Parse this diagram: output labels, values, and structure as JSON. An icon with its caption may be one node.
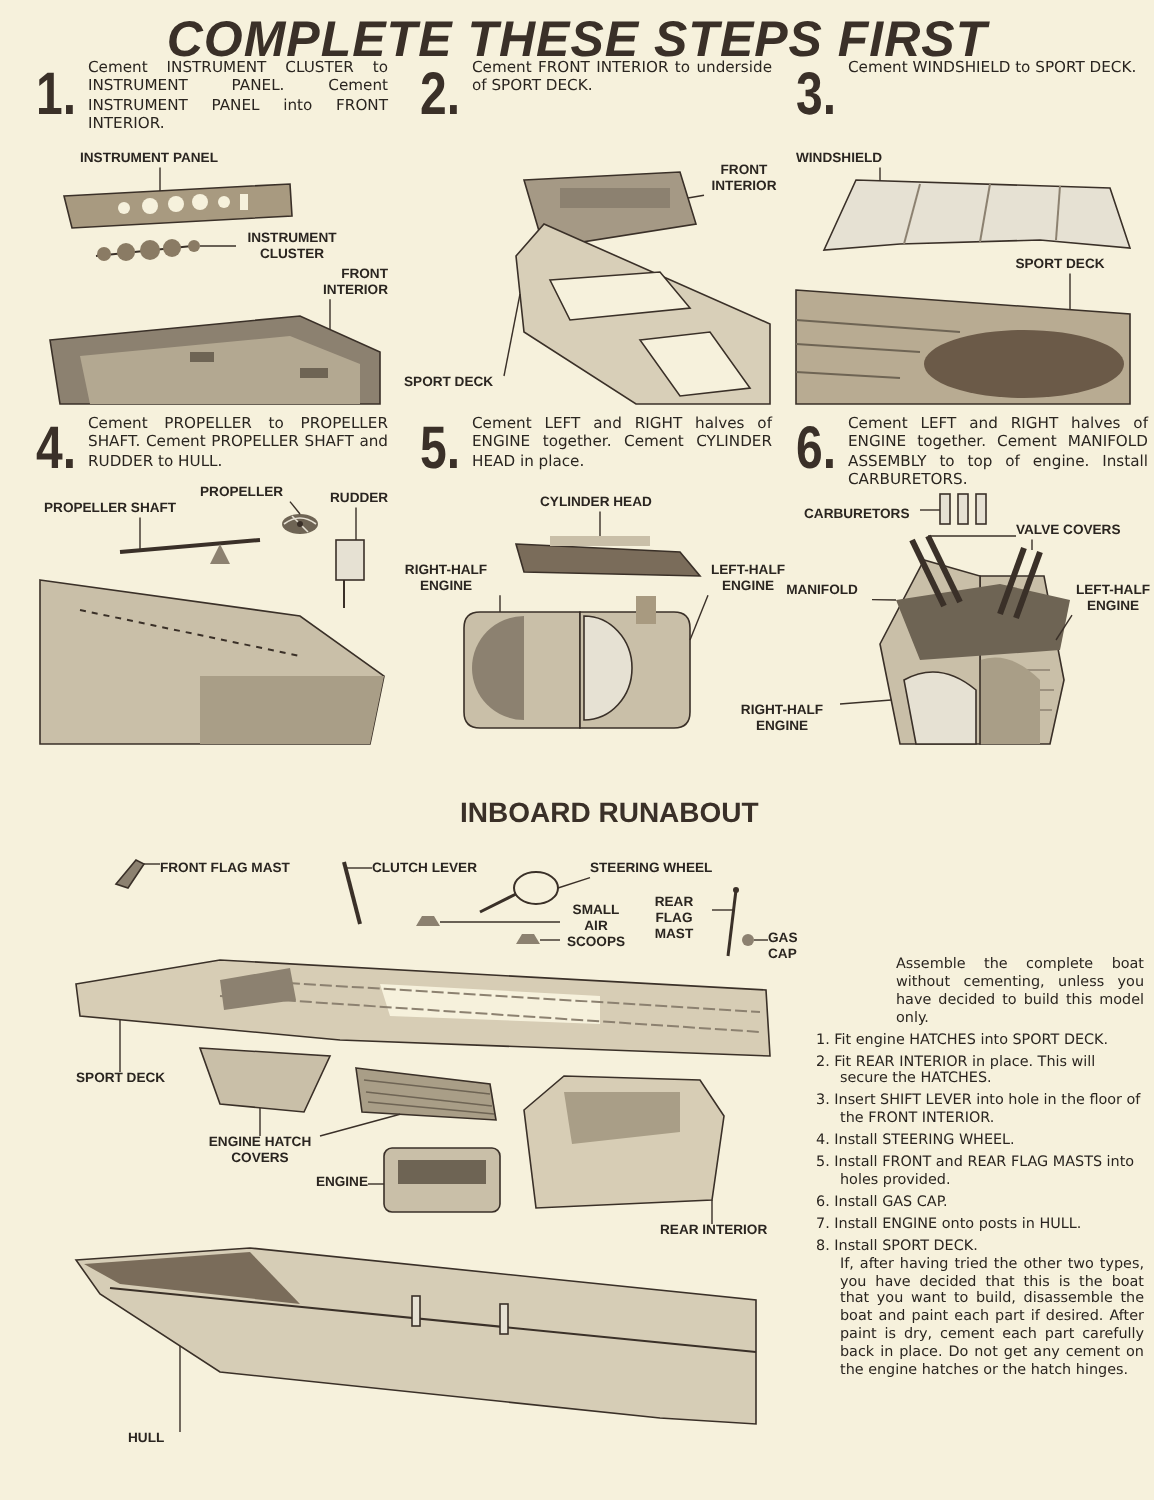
{
  "diagram": {
    "title": "COMPLETE THESE STEPS FIRST",
    "nodes": [
      {
        "text": [
          "INSTRUMENT PANEL"
        ]
      },
      {
        "text": [
          "INSTRUMENT CLUSTER"
        ]
      },
      {
        "text": [
          "FRONT INTERIOR"
        ]
      },
      {
        "text": [
          "FRONT INTERIOR"
        ]
      },
      {
        "text": [
          "SPORT DECK"
        ]
      },
      {
        "text": [
          "WINDSHIELD"
        ]
      },
      {
        "text": [
          "SPORT DECK"
        ]
      },
      {
        "text": [
          "PROPELLER SHAFT"
        ]
      },
      {
        "text": [
          "PROPELLER"
        ]
      },
      {
        "text": [
          "RUDDER"
        ]
      },
      {
        "text": [
          "CYLINDER HEAD"
        ]
      },
      {
        "text": [
          "RIGHT-HALF ENGINE"
        ]
      },
      {
        "text": [
          "LEFT-HALF ENGINE"
        ]
      },
      {
        "text": [
          "CARBURETORS"
        ]
      },
      {
        "text": [
          "VALVE COVERS"
        ]
      },
      {
        "text": [
          "MANIFOLD"
        ]
      },
      {
        "text": [
          "LEFT-HALF ENGINE"
        ]
      },
      {
        "text": [
          "RIGHT-HALF ENGINE"
        ]
      },
      {
        "text": [
          "FRONT FLAG MAST"
        ]
      },
      {
        "text": [
          "CLUTCH LEVER"
        ]
      },
      {
        "text": [
          "STEERING WHEEL"
        ]
      },
      {
        "text": [
          "SMALL AIR SCOOPS"
        ]
      },
      {
        "text": [
          "REAR FLAG MAST"
        ]
      },
      {
        "text": [
          "GAS CAP"
        ]
      },
      {
        "text": [
          "SPORT DECK"
        ]
      },
      {
        "text": [
          "ENGINE HATCH COVERS"
        ]
      },
      {
        "text": [
          "ENGINE"
        ]
      },
      {
        "text": [
          "REAR INTERIOR"
        ]
      },
      {
        "text": [
          "HULL"
        ]
      },
      {
        "text": [],
        "shape": "picture"
      },
      {
        "text": [],
        "shape": "picture"
      },
      {
        "text": [],
        "shape": "picture"
      },
      {
        "text": [],
        "shape": "picture"
      },
      {
        "text": [],
        "shape": "picture"
      },
      {
        "text": [],
        "shape": "picture"
      },
      {
        "text": [],
        "shape": "picture"
      },
      {
        "text": [],
        "shape": "picture"
      },
      {
        "text": [],
        "shape": "picture"
      },
      {
        "text": [],
        "shape": "picture"
      },
      {
        "text": [],
        "shape": "picture"
      },
      {
        "text": [],
        "shape": "picture"
      },
      {
        "text": [],
        "shape": "picture"
      },
      {
        "text": [],
        "shape": "picture"
      },
      {
        "text": [],
        "shape": "picture"
      },
      {
        "text": [],
        "shape": "picture"
      },
      {
        "text": [],
        "shape": "picture"
      },
      {
        "text": [],
        "shape": "picture"
      },
      {
        "text": [],
        "shape": "picture"
      },
      {
        "text": [],
        "shape": "picture"
      },
      {
        "text": [],
        "shape": "picture"
      },
      {
        "text": [],
        "shape": "picture"
      },
      {
        "text": [],
        "shape": "picture"
      },
      {
        "text": [],
        "shape": "picture"
      },
      {
        "text": [],
        "shape": "picture"
      },
      {
        "text": [],
        "shape": "picture"
      },
      {
        "text": [],
        "shape": "picture"
      },
      {
        "text": [],
        "shape": "picture"
      },
      {
        "text": [],
        "shape": "picture"
      },
      {
        "text": [],
        "shape": "picture"
      },
      {
        "text": [],
        "shape": "picture"
      },
      {
        "text": [],
        "shape": "picture"
      }
    ],
    "edges": [
      {
        "from": 0,
        "to": 29,
        "arrow": "none"
      },
      {
        "from": 1,
        "to": 30,
        "arrow": "none"
      },
      {
        "from": 2,
        "to": 31,
        "arrow": "none"
      },
      {
        "from": 3,
        "to": 32,
        "arrow": "none"
      },
      {
        "from": 4,
        "to": 33,
        "arrow": "none"
      },
      {
        "from": 5,
        "to": 34,
        "arrow": "none"
      },
      {
        "from": 6,
        "to": 35,
        "arrow": "none"
      },
      {
        "from": 7,
        "to": 36,
        "arrow": "none"
      },
      {
        "from": 8,
        "to": 37,
        "arrow": "none"
      },
      {
        "from": 9,
        "to": 38,
        "arrow": "none"
      },
      {
        "from": 10,
        "to": 39,
        "arrow": "none"
      },
      {
        "from": 11,
        "to": 40,
        "arrow": "none"
      },
      {
        "from": 12,
        "to": 41,
        "arrow": "none"
      },
      {
        "from": 13,
        "to": 42,
        "arrow": "none"
      },
      {
        "from": 14,
        "to": 43,
        "arrow": "none"
      },
      {
        "from": 14,
        "to": 44,
        "arrow": "none"
      },
      {
        "from": 15,
        "to": 45,
        "arrow": "none"
      },
      {
        "from": 16,
        "to": 46,
        "arrow": "none"
      },
      {
        "from": 17,
        "to": 47,
        "arrow": "none"
      },
      {
        "from": 18,
        "to": 48,
        "arrow": "none"
      },
      {
        "from": 19,
        "to": 49,
        "arrow": "none"
      },
      {
        "from": 20,
        "to": 50,
        "arrow": "none"
      },
      {
        "from": 21,
        "to": 51,
        "arrow": "none"
      },
      {
        "from": 21,
        "to": 52,
        "arrow": "none"
      },
      {
        "from": 22,
        "to": 53,
        "arrow": "none"
      },
      {
        "from": 23,
        "to": 54,
        "arrow": "none"
      },
      {
        "from": 24,
        "to": 55,
        "arrow": "none"
      },
      {
        "from": 25,
        "to": 56,
        "arrow": "none"
      },
      {
        "from": 25,
        "to": 57,
        "arrow": "none"
      },
      {
        "from": 26,
        "to": 58,
        "arrow": "none"
      },
      {
        "from": 27,
        "to": 59,
        "arrow": "none"
      },
      {
        "from": 28,
        "to": 60,
        "arrow": "none"
      }
    ],
    "labels": [
      "1.",
      "Cement INSTRUMENT CLUSTER to INSTRUMENT PANEL. Cement INSTRUMENT PANEL into FRONT INTERIOR.",
      "2.",
      "Cement FRONT INTERIOR to underside of SPORT DECK.",
      "3.",
      "Cement WINDSHIELD to SPORT DECK.",
      "4.",
      "Cement PROPELLER to PROPELLER SHAFT. Cement PROPELLER SHAFT and RUDDER to HULL.",
      "5.",
      "Cement LEFT and RIGHT halves of ENGINE together. Cement CYLINDER HEAD in place.",
      "6.",
      "Cement LEFT and RIGHT halves of ENGINE together. Cement MANIFOLD ASSEMBLY to top of engine. Install CARBURETORS.",
      "INBOARD RUNABOUT",
      "Assemble the complete boat without cementing, unless you have decided to build this model only.",
      "1. Fit engine HATCHES into SPORT DECK.",
      "2. Fit REAR INTERIOR in place. This will secure the HATCHES.",
      "3. Insert SHIFT LEVER into hole in the floor of the FRONT INTERIOR.",
      "4. Install STEERING WHEEL.",
      "5. Install FRONT and REAR FLAG MASTS into holes provided.",
      "6. Install GAS CAP.",
      "7. Install ENGINE onto posts in HULL.",
      "8. Install SPORT DECK.",
      "If, after having tried the other two types, you have decided that this is the boat that you want to build, disassemble the boat and paint each part if desired. After paint is dry, cement each part carefully back in place. Do not get any cement on the engine hatches or the hatch hinges."
    ]
  }
}
